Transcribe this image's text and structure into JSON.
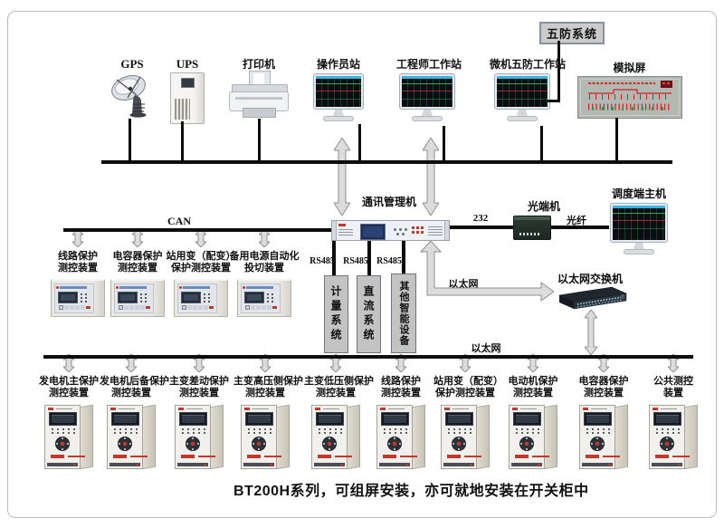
{
  "top_devices": [
    {
      "label": "GPS"
    },
    {
      "label": "UPS"
    },
    {
      "label": "打印机"
    },
    {
      "label": "操作员站"
    },
    {
      "label": "工程师工作站"
    },
    {
      "label": "微机五防工作站"
    },
    {
      "label": "模拟屏"
    }
  ],
  "wufang_box_label": "五防系统",
  "comm_manager_label": "通讯管理机",
  "optical_device_label": "光端机",
  "dispatch_host_label": "调度端主机",
  "switch_label": "以太网交换机",
  "links": {
    "can": "CAN",
    "serial": "232",
    "fiber": "光纤",
    "ethernet_mid": "以太网",
    "ethernet_bottom": "以太网",
    "rs485": [
      "RS485",
      "RS485",
      "RS485"
    ]
  },
  "rs485_systems": [
    {
      "label": "计量系统"
    },
    {
      "label": "直流系统"
    },
    {
      "label": "其他智能设备"
    }
  ],
  "can_devices": [
    {
      "line1": "线路保护",
      "line2": "测控装置"
    },
    {
      "line1": "电容器保护",
      "line2": "测控装置"
    },
    {
      "line1": "站用变（配变）",
      "line2": "保护测控装置"
    },
    {
      "line1": "备用电源自动化",
      "line2": "投切装置"
    }
  ],
  "bottom_devices": [
    {
      "line1": "发电机主保护",
      "line2": "测控装置"
    },
    {
      "line1": "发电机后备保护",
      "line2": "测控装置"
    },
    {
      "line1": "主变差动保护",
      "line2": "测控装置"
    },
    {
      "line1": "主变高压侧保护",
      "line2": "测控装置"
    },
    {
      "line1": "主变低压侧保护",
      "line2": "测控装置"
    },
    {
      "line1": "线路保护",
      "line2": "测控装置"
    },
    {
      "line1": "站用变（配变）",
      "line2": "保护测控装置"
    },
    {
      "line1": "电动机保护",
      "line2": "测控装置"
    },
    {
      "line1": "电容器保护",
      "line2": "测控装置"
    },
    {
      "line1": "公共测控",
      "line2": "装置"
    }
  ],
  "caption": "BT200H系列，可组屏安装，亦可就地安装在开关柜中",
  "colors": {
    "bus": "#0d0d0d",
    "arrow_fill": "#dcdcdc",
    "arrow_stroke": "#8f8f8f",
    "box_fill": "#c3c3c3",
    "box_border": "#70757d",
    "accent_red": "#c0392b",
    "screen_cyan": "#38b5e3"
  }
}
